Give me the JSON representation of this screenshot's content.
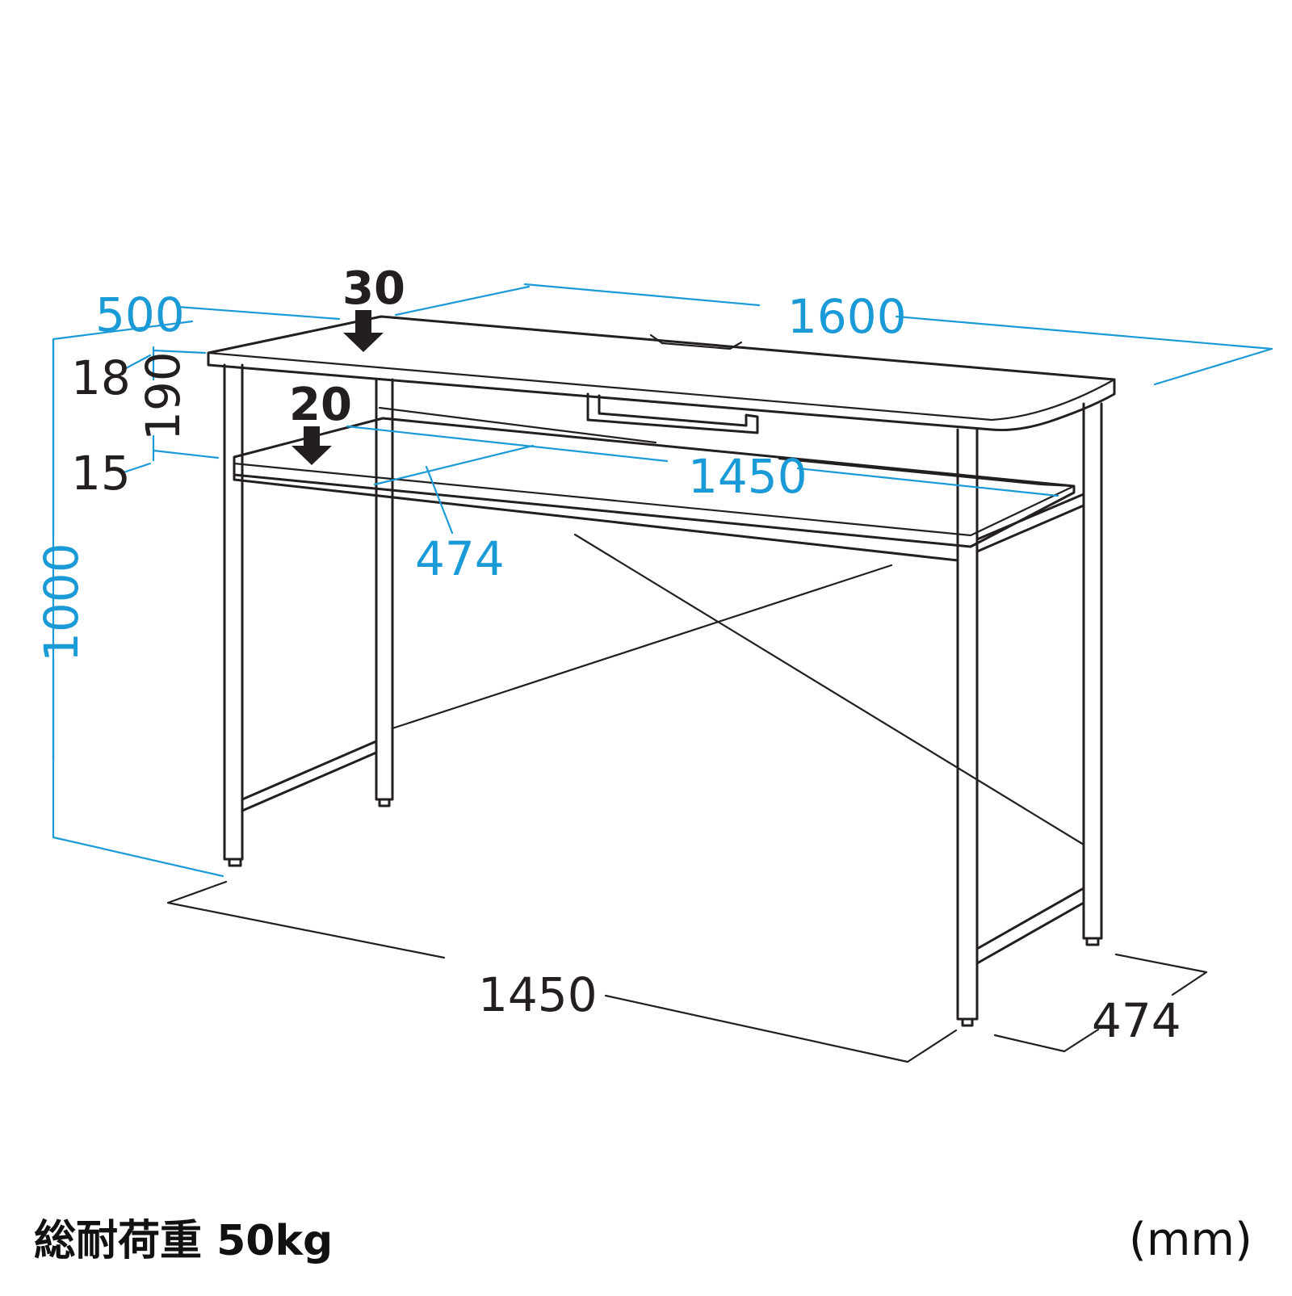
{
  "diagram": {
    "dimensions": {
      "top_depth": "500",
      "top_width": "1600",
      "top_thickness_arrow": "30",
      "shelf_thickness_arrow": "20",
      "top_board": "18",
      "shelf_gap": "190",
      "shelf_board": "15",
      "shelf_width": "1450",
      "shelf_depth": "474",
      "total_height": "1000",
      "base_width": "1450",
      "base_depth": "474"
    },
    "caption": "総耐荷重 50kg",
    "unit": "(mm)",
    "colors": {
      "dimension_blue": "#1a9ad6",
      "line_black": "#231f20"
    }
  }
}
